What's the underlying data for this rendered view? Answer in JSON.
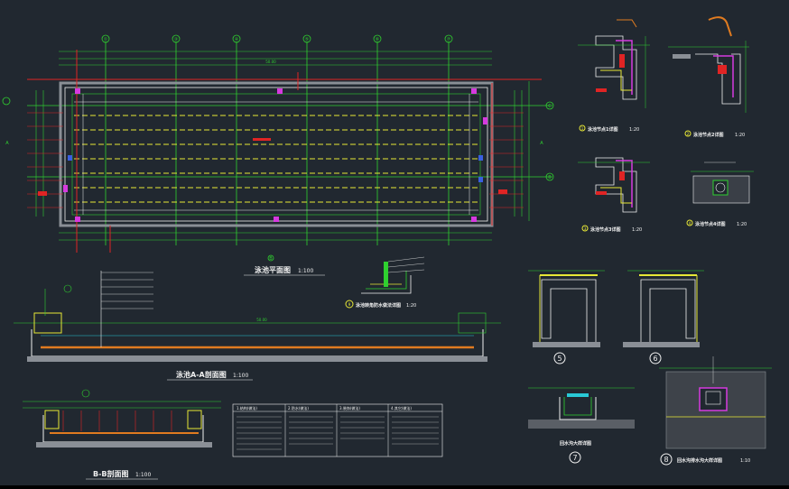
{
  "colors": {
    "background": "#212830",
    "green": "#2fd12f",
    "yellow": "#e8e836",
    "magenta": "#d63adf",
    "red": "#e02424",
    "white": "#f0f0f0",
    "orange": "#e07b20",
    "cyan": "#29c9d6",
    "grey": "#8a8f96",
    "blue": "#3a5fe0"
  },
  "plan": {
    "title": "泳池平面图",
    "scale": "1:100",
    "grid_labels": [
      "①",
      "③",
      "④",
      "⑤",
      "⑥",
      "⑦"
    ],
    "row_labels": [
      "C",
      "B"
    ],
    "section_marks": [
      "A",
      "A",
      "B",
      "B"
    ],
    "total_dim": "50.00"
  },
  "section_aa": {
    "title": "泳池A-A剖面图",
    "scale": "1:100",
    "dim": "50.00"
  },
  "section_bb": {
    "title": "B-B剖面图",
    "scale": "1:100"
  },
  "details": {
    "d1": {
      "num": "1",
      "title": "泳池节点1详图",
      "scale": "1:20"
    },
    "d2": {
      "num": "2",
      "title": "泳池节点2详图",
      "scale": "1:20"
    },
    "d3": {
      "num": "3",
      "title": "泳池节点3详图",
      "scale": "1:20"
    },
    "d4": {
      "num": "4",
      "title": "泳池节点4详图",
      "scale": "1:20"
    },
    "d9": {
      "num": "9",
      "title": "泳池转角防水做法详图",
      "scale": "1:20"
    },
    "d5": {
      "num": "5"
    },
    "d6": {
      "num": "6"
    },
    "d7": {
      "num": "7",
      "title": "回水沟大样详图"
    },
    "d8": {
      "num": "8",
      "title": "回水沟排水沟大样详图",
      "scale": "1:10"
    }
  },
  "table": {
    "headers": [
      "1.结构(做法)",
      "2.防水(做法)",
      "3.装饰(做法)",
      "4.其它(做法)"
    ]
  }
}
